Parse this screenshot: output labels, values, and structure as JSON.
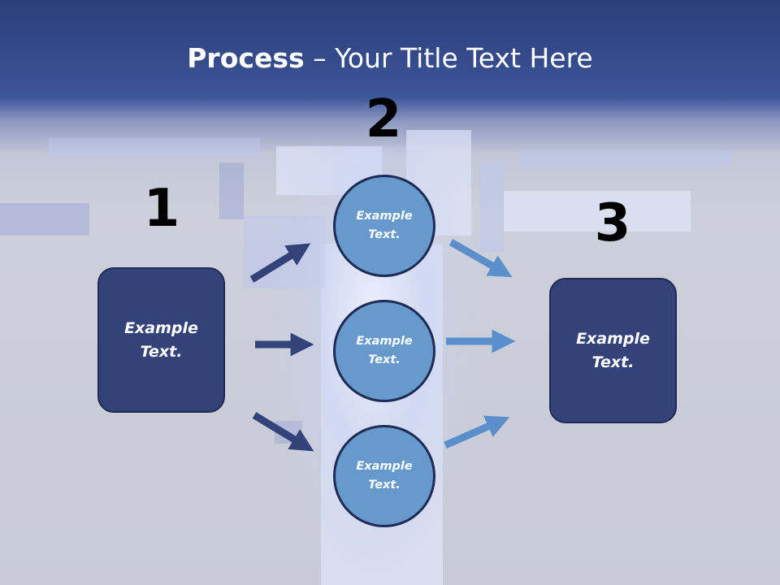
{
  "slide": {
    "title_bold": "Process",
    "title_rest": " – Your Title Text Here",
    "steps": [
      {
        "number": "1",
        "text": "Example\nText."
      },
      {
        "number": "2"
      },
      {
        "number": "3",
        "text": "Example\nText."
      }
    ],
    "circles": [
      {
        "text": "Example\nText."
      },
      {
        "text": "Example\nText."
      },
      {
        "text": "Example\nText."
      }
    ],
    "colors": {
      "title_band": "#2b3f7a",
      "box_fill": "#33437a",
      "circle_fill": "#6699cc",
      "arrow_dark": "#33437a",
      "arrow_light": "#5b8fcc"
    }
  }
}
